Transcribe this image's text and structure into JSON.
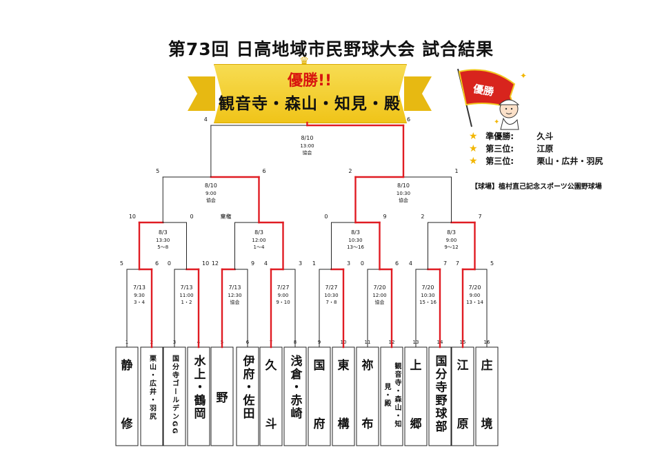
{
  "header": {
    "title": "第73回 日高地域市民野球大会 試合結果",
    "champion_label": "優勝!!",
    "champion_team": "観音寺・森山・知見・殿"
  },
  "results": [
    {
      "label": "準優勝:",
      "value": "久斗"
    },
    {
      "label": "第三位:",
      "value": "江原"
    },
    {
      "label": "第三位:",
      "value": "栗山・広井・羽尻"
    }
  ],
  "venue": "【球場】植村直己記念スポーツ公園野球場",
  "mascot": {
    "flag_text": "優勝"
  },
  "teams": [
    {
      "no": "1",
      "name": "静修",
      "style": "two"
    },
    {
      "no": "2",
      "name": "栗山・広井・羽尻",
      "style": "vert"
    },
    {
      "no": "3",
      "name": "国分寺ゴールデンGG",
      "style": "vert"
    },
    {
      "no": "4",
      "name": "水上・鶴岡",
      "style": "vert"
    },
    {
      "no": "5",
      "name": "野",
      "style": "one"
    },
    {
      "no": "6",
      "name": "伊府・佐田",
      "style": "vert"
    },
    {
      "no": "7",
      "name": "久斗",
      "style": "two"
    },
    {
      "no": "8",
      "name": "浅倉・赤崎",
      "style": "vert"
    },
    {
      "no": "9",
      "name": "国府",
      "style": "two"
    },
    {
      "no": "10",
      "name": "東構",
      "style": "two"
    },
    {
      "no": "11",
      "name": "祢布",
      "style": "two"
    },
    {
      "no": "12",
      "name": "観音寺・森山・知見・殿",
      "style": "vert"
    },
    {
      "no": "13",
      "name": "上郷",
      "style": "two"
    },
    {
      "no": "14",
      "name": "国分寺野球部",
      "style": "vert"
    },
    {
      "no": "15",
      "name": "江原",
      "style": "two"
    },
    {
      "no": "16",
      "name": "庄境",
      "style": "two"
    }
  ],
  "round1": [
    {
      "date": "7/13",
      "time": "9:30",
      "note": "3・4",
      "score_l": "5",
      "score_r": "6",
      "winner": "r"
    },
    {
      "date": "7/13",
      "time": "11:00",
      "note": "1・2",
      "score_l": "0",
      "score_r": "10",
      "winner": "r"
    },
    {
      "date": "7/13",
      "time": "12:30",
      "note": "協会",
      "score_l": "12",
      "score_r": "9",
      "winner": "l"
    },
    {
      "date": "7/27",
      "time": "9:00",
      "note": "9・10",
      "score_l": "4",
      "score_r": "3",
      "winner": "l"
    },
    {
      "date": "7/27",
      "time": "10:30",
      "note": "7・8",
      "score_l": "1",
      "score_r": "3",
      "winner": "r"
    },
    {
      "date": "7/20",
      "time": "12:00",
      "note": "協会",
      "score_l": "0",
      "score_r": "6",
      "winner": "r"
    },
    {
      "date": "7/20",
      "time": "10:30",
      "note": "15・16",
      "score_l": "4",
      "score_r": "7",
      "winner": "r"
    },
    {
      "date": "7/20",
      "time": "9:00",
      "note": "13・14",
      "score_l": "7",
      "score_r": "5",
      "winner": "l"
    }
  ],
  "round2": [
    {
      "date": "8/3",
      "time": "13:30",
      "note": "5～8",
      "score_l": "10",
      "score_r": "0",
      "winner": "l"
    },
    {
      "date": "8/3",
      "time": "12:00",
      "note": "1～4",
      "score_l": "棄権",
      "score_r": "",
      "winner": "r"
    },
    {
      "date": "8/3",
      "time": "10:30",
      "note": "13～16",
      "score_l": "0",
      "score_r": "9",
      "winner": "r"
    },
    {
      "date": "8/3",
      "time": "9:00",
      "note": "9～12",
      "score_l": "2",
      "score_r": "7",
      "winner": "r"
    }
  ],
  "semis": [
    {
      "date": "8/10",
      "time": "9:00",
      "note": "協会",
      "score_l": "5",
      "score_r": "6",
      "winner": "r"
    },
    {
      "date": "8/10",
      "time": "10:30",
      "note": "協会",
      "score_l": "2",
      "score_r": "1",
      "winner": "l"
    }
  ],
  "final": {
    "date": "8/10",
    "time": "13:00",
    "note": "協会",
    "score_l": "4",
    "score_r": "6",
    "winner": "r"
  },
  "colors": {
    "winner_line": "#e01b22",
    "line": "#222222",
    "banner": "#f2c81f"
  }
}
